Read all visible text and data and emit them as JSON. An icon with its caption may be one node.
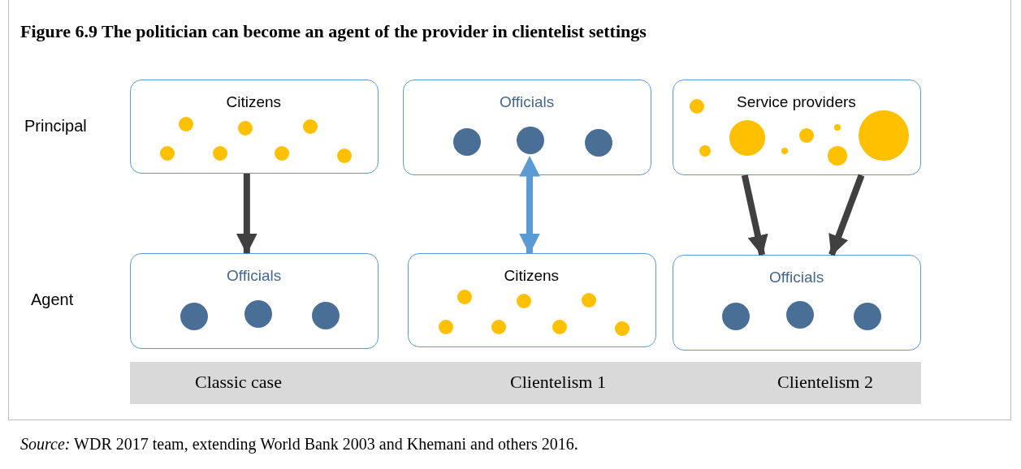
{
  "diagram": {
    "title": "Figure 6.9 The politician can become an agent of the provider in clientelist settings",
    "caption": "*Source:* WDR 2017 team, extending World Bank 2003 and Khemani and others 2016.",
    "nodes": [
      {
        "text": [
          "Citizens"
        ]
      },
      {
        "text": [
          "Officials"
        ]
      },
      {
        "text": [
          "Service providers"
        ]
      },
      {
        "text": [
          "Officials"
        ]
      },
      {
        "text": [
          "Citizens"
        ]
      },
      {
        "text": [
          "Officials"
        ]
      }
    ],
    "edges": [
      {
        "from": 0,
        "to": 3,
        "arrow": "to"
      },
      {
        "from": 1,
        "to": 4,
        "arrow": "both",
        "color": "#5b9bd5"
      },
      {
        "from": 2,
        "to": 5,
        "arrow": "to"
      },
      {
        "from": 2,
        "to": 5,
        "arrow": "to"
      }
    ],
    "labels": [
      "Principal",
      "Agent",
      "Classic case",
      "Clientelism 1",
      "Clientelism 2"
    ]
  }
}
